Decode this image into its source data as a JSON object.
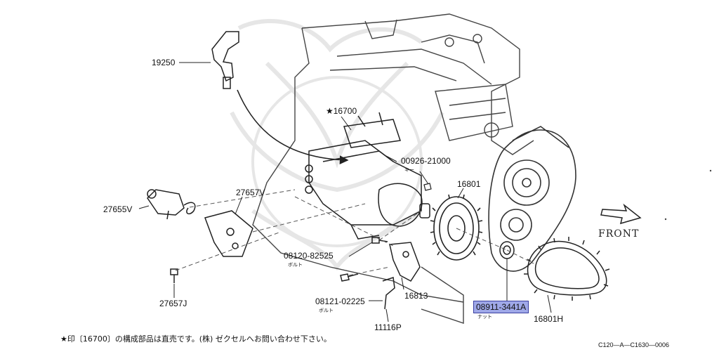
{
  "labels": {
    "p19250": "19250",
    "p16700": "★16700",
    "p00926": "00926-21000",
    "p00926_sub": "キー",
    "p16801": "16801",
    "p27657v": "27657V",
    "p27655v": "27655V",
    "p08120": "08120-82525",
    "p08120_sub": "ボルト",
    "p27657j": "27657J",
    "p08121": "08121-02225",
    "p08121_sub": "ボルト",
    "p16813": "16813",
    "p08911": "08911-3441A",
    "p08911_sub": "ナット",
    "p16801h": "16801H",
    "p11116p": "11116P"
  },
  "front_label": "FRONT",
  "footnote": "★印〔16700〕の構成部品は直売です。(株) ゼクセルへお問い合わせ下さい。",
  "drawing_code": "C120—A—C1630—0006",
  "highlight_color": "#9fa8e8"
}
